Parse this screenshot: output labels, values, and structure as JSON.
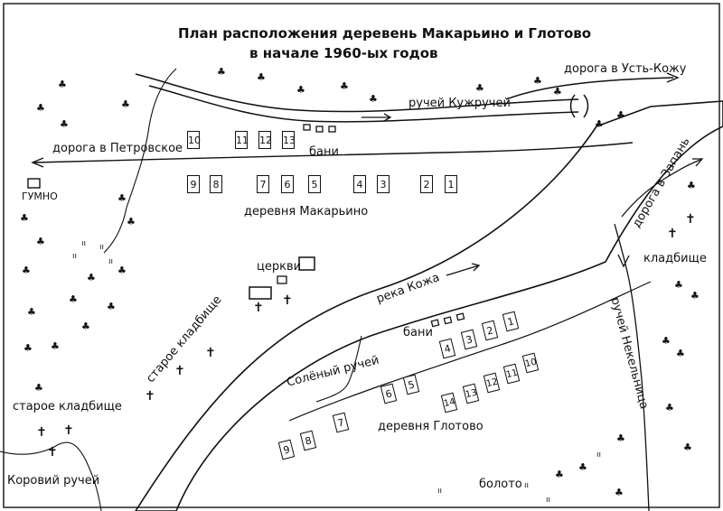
{
  "title": {
    "line1": "План расположения деревень Макарьино и Глотово",
    "line2": "в начале 1960-ых годов"
  },
  "colors": {
    "ink": "#111111",
    "paper": "#ffffff"
  },
  "labels": {
    "road_ust_kozha": "дорога в Усть-Кожу",
    "stream_kuzhruchey": "ручей Кужручей",
    "road_petrovskoe": "дорога в Петровское",
    "banya_top": "бани",
    "gumno": "ГУМНО",
    "village_makaryino": "деревня Макарьино",
    "churches": "церкви",
    "river_kozha": "река Кожа",
    "old_cemetery_1": "старое кладбище",
    "old_cemetery_2": "старое кладбище",
    "salty_stream": "Солёный ручей",
    "banya_bottom": "бани",
    "village_glotovo": "деревня Глотово",
    "road_zapan": "дорога в Запань",
    "cemetery": "кладбище",
    "stream_nekelnitsa": "ручей Некельница",
    "swamp": "болото",
    "cow_stream": "Коровий ручей"
  },
  "houses_makaryino_north": [
    "10",
    "11",
    "12",
    "13"
  ],
  "houses_makaryino_south": [
    "9",
    "8",
    "7",
    "6",
    "5",
    "4",
    "3",
    "2",
    "1"
  ],
  "houses_glotovo_upper": [
    "4",
    "3",
    "2",
    "1"
  ],
  "houses_glotovo_middle": [
    "6",
    "5",
    "14",
    "13",
    "12",
    "11",
    "10"
  ],
  "houses_glotovo_lower": [
    "9",
    "8",
    "7"
  ],
  "icons": {
    "tree": "tree-icon",
    "cross": "cross-icon",
    "grass": "grass-tuft-icon"
  }
}
